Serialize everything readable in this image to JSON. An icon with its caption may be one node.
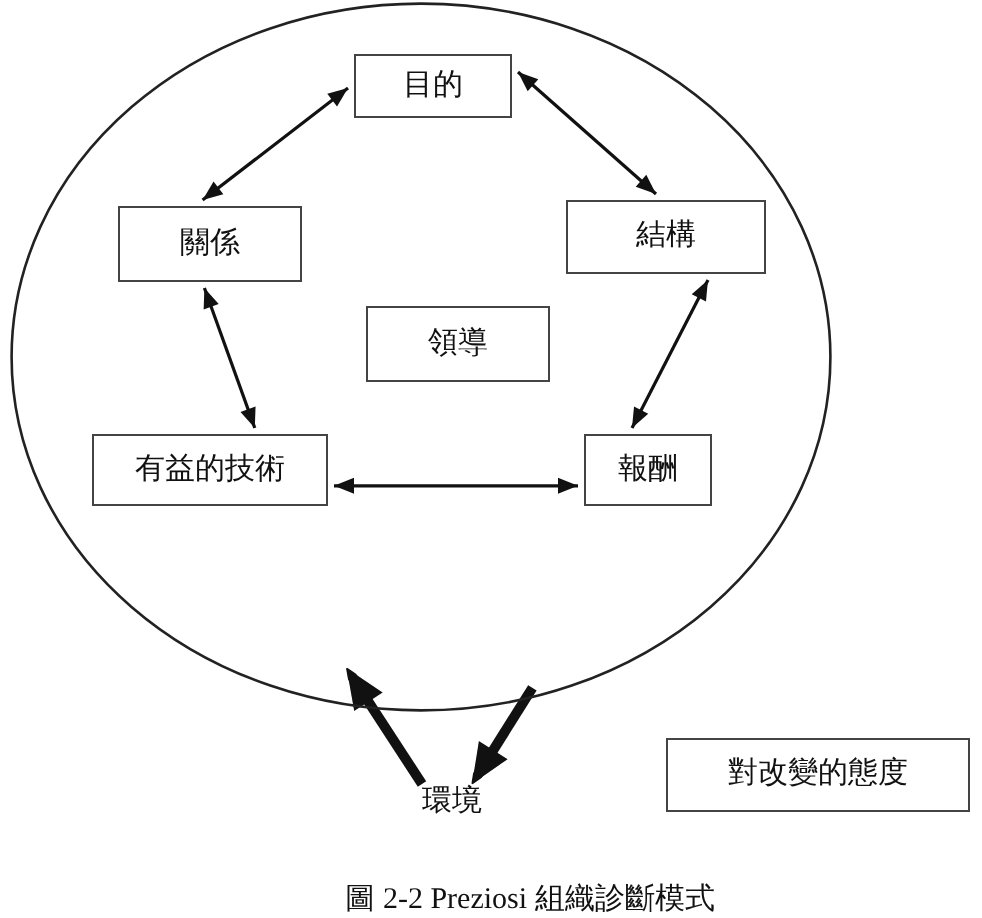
{
  "diagram": {
    "caption": "圖 2-2 Preziosi 組織診斷模式",
    "nodes": [
      {
        "text": [],
        "shape": "ellipse"
      },
      {
        "text": [
          "目的"
        ],
        "in": 0
      },
      {
        "text": [
          "關係"
        ],
        "in": 0
      },
      {
        "text": [
          "結構"
        ],
        "in": 0
      },
      {
        "text": [
          "領導"
        ],
        "in": 0
      },
      {
        "text": [
          "有益的技術"
        ],
        "in": 0
      },
      {
        "text": [
          "報酬"
        ],
        "in": 0
      },
      {
        "text": [
          "環境"
        ]
      },
      {
        "text": [
          "對改變的態度"
        ]
      }
    ],
    "edges": [
      {
        "from": 1,
        "to": 2,
        "arrow": "both"
      },
      {
        "from": 1,
        "to": 3,
        "arrow": "both"
      },
      {
        "from": 2,
        "to": 5,
        "arrow": "both"
      },
      {
        "from": 3,
        "to": 6,
        "arrow": "both"
      },
      {
        "from": 5,
        "to": 6,
        "arrow": "both"
      },
      {
        "from": 0,
        "to": 7,
        "arrow": "to",
        "style": "thick"
      },
      {
        "from": 7,
        "to": 0,
        "arrow": "to",
        "style": "thick"
      }
    ]
  }
}
